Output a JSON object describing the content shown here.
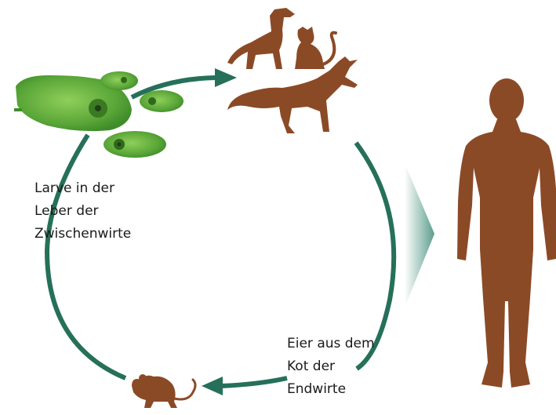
{
  "colors": {
    "cycle_arrow": "#26705a",
    "animal": "#8b4a26",
    "human": "#8b4a26",
    "larva_light": "#7cbf4a",
    "larva_dark": "#3f8c2a",
    "transfer_arrow": "#3f8c78"
  },
  "labels": {
    "larvae": {
      "line1": "Larve in der",
      "line2": "Leber der",
      "line3": "Zwischenwirte"
    },
    "eggs": {
      "line1": "Eier aus dem",
      "line2": "Kot der",
      "line3": "Endwirte"
    }
  },
  "icons": {
    "dog": "dog-icon",
    "cat": "cat-icon",
    "fox": "fox-icon",
    "mouse": "mouse-icon",
    "human": "human-figure",
    "larvae": "larva-cluster"
  }
}
